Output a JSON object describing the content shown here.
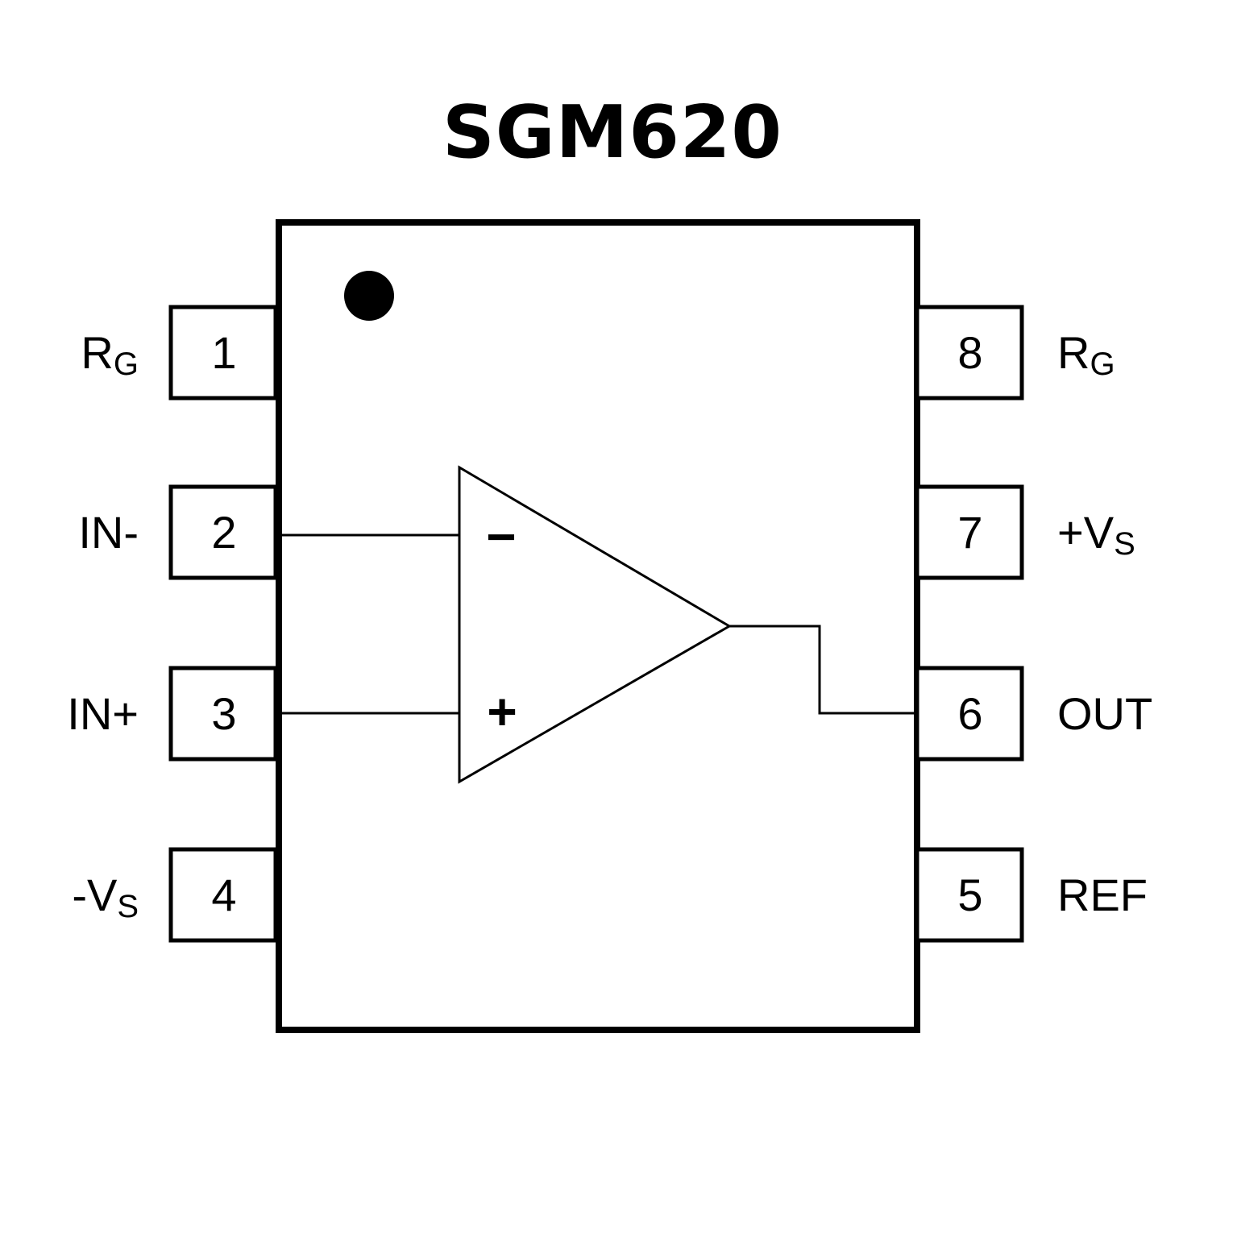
{
  "title": "SGM620",
  "pins_left": [
    {
      "number": "1",
      "name": "R",
      "sub": "G"
    },
    {
      "number": "2",
      "name": "IN-",
      "sub": ""
    },
    {
      "number": "3",
      "name": "IN+",
      "sub": ""
    },
    {
      "number": "4",
      "name": "-V",
      "sub": "S"
    }
  ],
  "pins_right": [
    {
      "number": "8",
      "name": "R",
      "sub": "G"
    },
    {
      "number": "7",
      "name": "+V",
      "sub": "S"
    },
    {
      "number": "6",
      "name": "OUT",
      "sub": ""
    },
    {
      "number": "5",
      "name": "REF",
      "sub": ""
    }
  ],
  "opamp": {
    "inverting_symbol": "−",
    "noninverting_symbol": "+"
  }
}
